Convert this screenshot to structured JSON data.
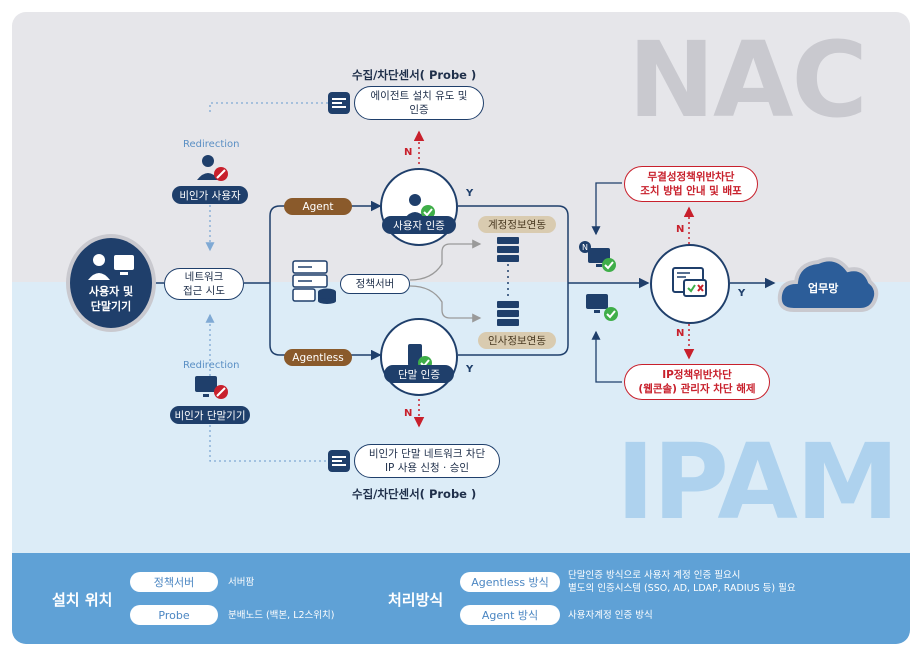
{
  "watermarks": {
    "nac": "NAC",
    "ipam": "IPAM"
  },
  "probe_top": {
    "title": "수집/차단센서( Probe )",
    "box": "에이전트 설치 유도 및\n인증"
  },
  "probe_bottom": {
    "title": "수집/차단센서( Probe )",
    "box": "비인가 단말 네트워크 차단\nIP 사용 신청 · 승인"
  },
  "redirect_top": {
    "label": "Redirection",
    "caption": "비인가 사용자"
  },
  "redirect_bottom": {
    "label": "Redirection",
    "caption": "비인가 단말기기"
  },
  "user_device": "사용자 및\n단말기기",
  "network_access": "네트워크\n접근 시도",
  "agent_tag": "Agent",
  "agentless_tag": "Agentless",
  "policy_server": "정책서버",
  "user_auth": "사용자 인증",
  "device_auth": "단말 인증",
  "account_sync": "계정정보연동",
  "personnel_sync": "인사정보연동",
  "flow_labels": {
    "n": "N",
    "y": "Y"
  },
  "integrity_block": "무결성정책위반차단\n조치 방법 안내 및 배포",
  "ip_block": "IP정책위반차단\n(웹콘솔) 관리자 차단 해제",
  "business_net": "업무망",
  "footer": {
    "install_title": "설치 위치",
    "install_items": [
      {
        "name": "정책서버",
        "desc": "서버팜"
      },
      {
        "name": "Probe",
        "desc": "분배노드 (백본, L2스위치)"
      }
    ],
    "process_title": "처리방식",
    "process_items": [
      {
        "name": "Agentless 방식",
        "desc": "단말인증 방식으로 사용자 계정 인증 필요시\n별도의 인증시스템 (SSO, AD, LDAP, RADIUS 등) 필요"
      },
      {
        "name": "Agent 방식",
        "desc": "사용자계정 인증 방식"
      }
    ]
  },
  "colors": {
    "navy": "#1f3f6b",
    "red": "#c8202c",
    "brown": "#8a5a2b",
    "sand": "#d9cbb0",
    "sky": "#5fa1d6",
    "cloud": "#2c5d99"
  }
}
